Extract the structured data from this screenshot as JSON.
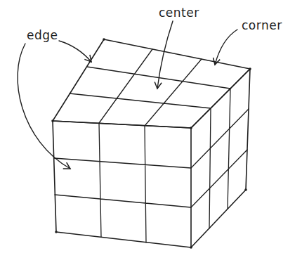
{
  "diagram": {
    "labels": [
      "edge",
      "center",
      "corner"
    ]
  }
}
